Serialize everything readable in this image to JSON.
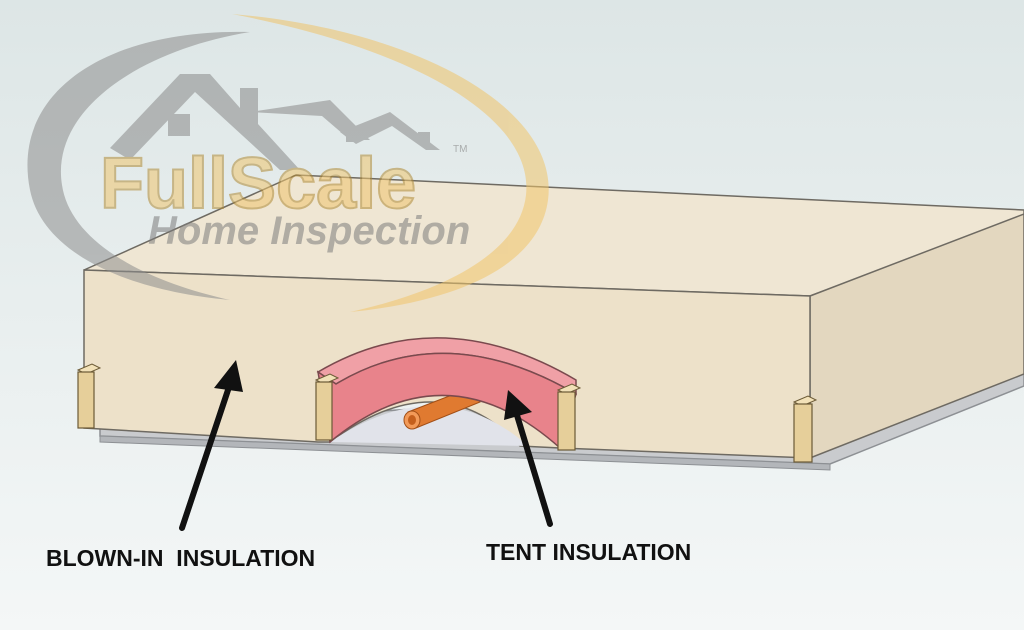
{
  "watermark": {
    "brand": "FullScale",
    "tagline": "Home Inspection",
    "trademark": "TM"
  },
  "labels": {
    "blown_in": "BLOWN-IN  INSULATION",
    "tent": "TENT INSULATION"
  },
  "colors": {
    "background_top": "#dfe7e7",
    "background_bottom": "#f3f6f6",
    "insulation_front": "#ece0c8",
    "insulation_top": "#efe5d2",
    "insulation_side": "#e4d8c0",
    "tent_insulation": "#e8828a",
    "copper_pipe": "#e0782e",
    "ceiling_board": "#c8cacd",
    "joist": "#e6cf9a",
    "watermark_gray": "#8f8f8f",
    "watermark_gold": "#f0c870",
    "arrow": "#111111"
  }
}
